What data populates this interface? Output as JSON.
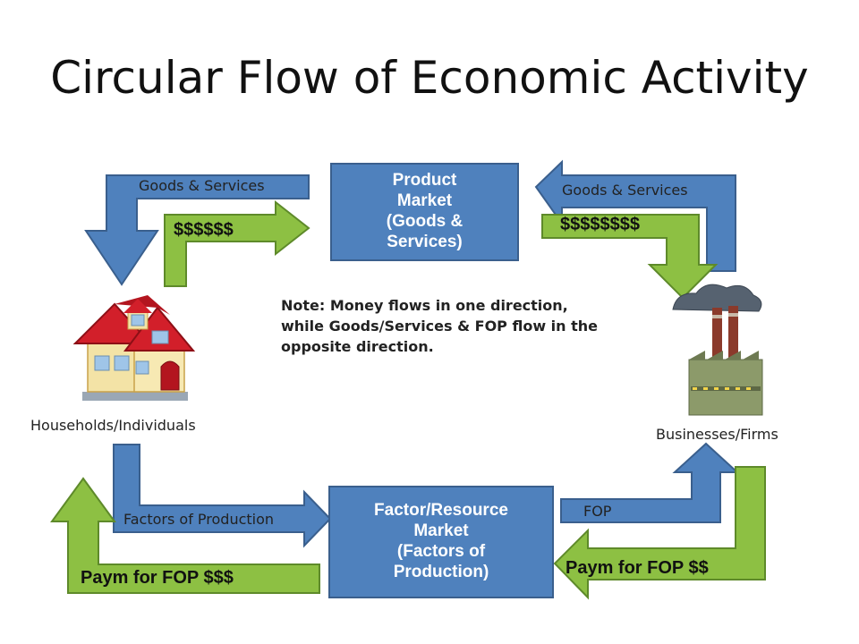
{
  "title": "Circular Flow of Economic Activity",
  "product_market": [
    "Product",
    "Market",
    "(Goods &",
    "Services)"
  ],
  "factor_market": [
    "Factor/Resource",
    "Market",
    "(Factors of",
    "Production)"
  ],
  "labels": {
    "goods_left": "Goods & Services",
    "goods_right": "Goods & Services",
    "money_left": "$$$$$$",
    "money_right": "$$$$$$$$",
    "households": "Households/Individuals",
    "businesses": "Businesses/Firms",
    "factors_of_production": "Factors of Production",
    "fop": "FOP",
    "paym_left": "Paym for FOP $$$",
    "paym_right": "Paym for FOP $$"
  },
  "note": "Note:  Money flows in one direction, while Goods/Services & FOP flow in the opposite direction.",
  "colors": {
    "blue_arrow": "#4f81bd",
    "blue_border": "#3a5f8d",
    "green_arrow": "#8dc043",
    "green_border": "#5e8a2a"
  }
}
